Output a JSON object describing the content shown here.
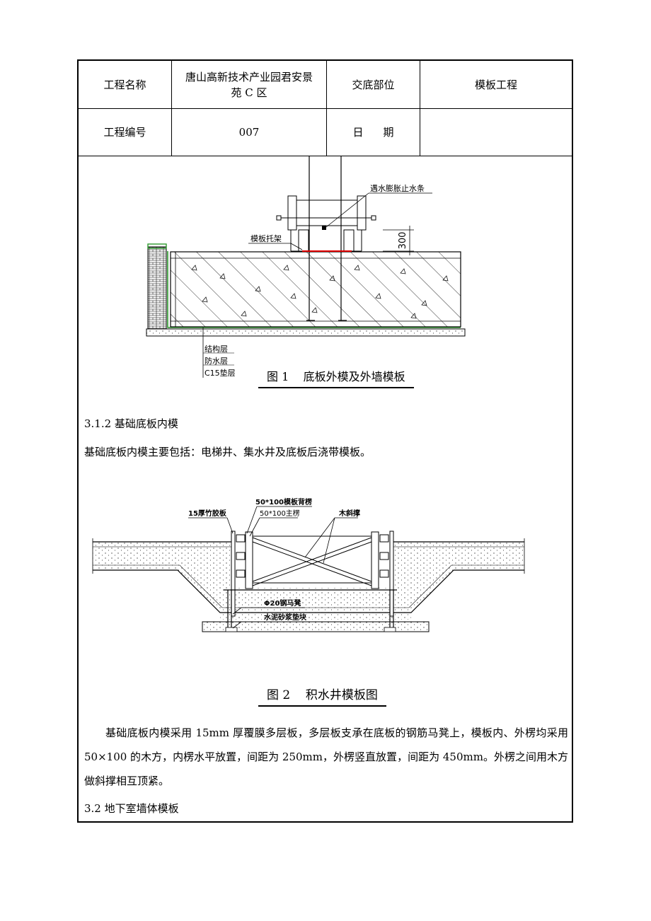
{
  "header": {
    "project_name_label": "工程名称",
    "project_name_line1": "唐山高新技术产业园君安景",
    "project_name_line2": "苑 C 区",
    "part_label": "交底部位",
    "part_value": "模板工程",
    "project_no_label": "工程编号",
    "project_no_value": "007",
    "date_label": "日期",
    "date_value": ""
  },
  "figure1": {
    "label_waterstop": "遇水膨胀止水条",
    "label_bracket": "模板托架",
    "label_dim": "300",
    "label_structure": "结构层",
    "label_waterproof": "防水层",
    "label_cushion": "C15垫层",
    "caption": "图 1    底板外模及外墙模板"
  },
  "section_312": {
    "title": "3.1.2 基础底板内模",
    "intro": "基础底板内模主要包括：电梯井、集水井及底板后浇带模板。"
  },
  "figure2": {
    "label_back_purlin": "50*100模板背楞",
    "label_plywood": "15厚竹胶板",
    "label_main_purlin": "50*100主楞",
    "label_brace": "木斜撑",
    "label_stool": "Φ20钢马凳",
    "label_pad": "水泥砂浆垫块",
    "caption": "图 2    积水井模板图"
  },
  "body_paragraph": "基础底板内模采用 15mm 厚覆膜多层板，多层板支承在底板的钢筋马凳上，模板内、外楞均采用 50×100 的木方，内楞水平放置，间距为 250mm，外楞竖直放置，间距为 450mm。外楞之间用木方做斜撑相互顶紧。",
  "section_32": {
    "title": "3.2 地下室墙体模板"
  }
}
